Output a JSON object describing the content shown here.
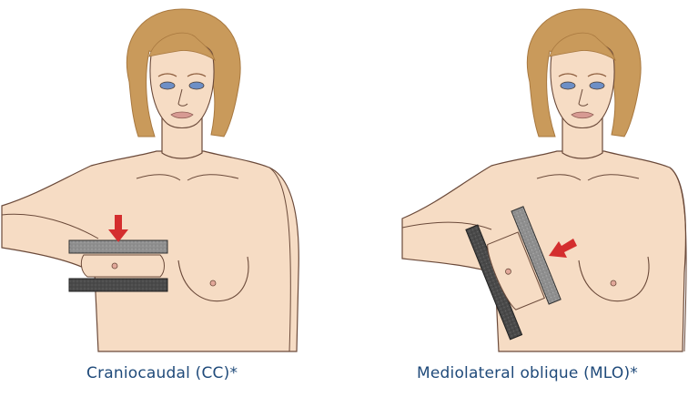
{
  "panels": [
    {
      "id": "cc",
      "caption": "Craniocaudal (CC)*"
    },
    {
      "id": "mlo",
      "caption": "Mediolateral oblique (MLO)*"
    }
  ],
  "colors": {
    "background": "#ffffff",
    "skin": "#f6dcc4",
    "skin_shadow": "#ecc7aa",
    "hair": "#c99a5b",
    "hair_dark": "#a8783f",
    "eyes": "#6d8fc6",
    "lips": "#d79a93",
    "outline": "#6b4a3a",
    "plate_light": "#9a9a9a",
    "plate_dark": "#4a4a4a",
    "arrow": "#d42e2e",
    "caption_text": "#1f4a7a"
  }
}
